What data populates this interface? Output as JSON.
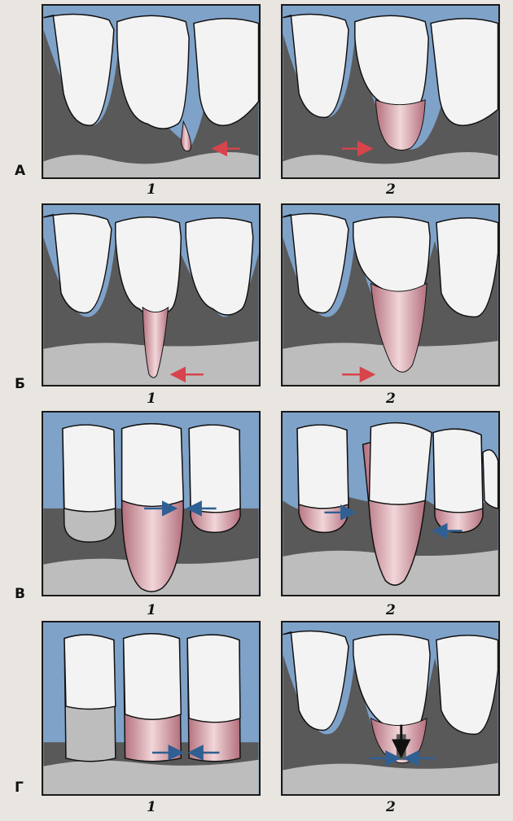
{
  "rows": [
    {
      "label": "А",
      "numbers": [
        "1",
        "2"
      ]
    },
    {
      "label": "Б",
      "numbers": [
        "1",
        "2"
      ]
    },
    {
      "label": "В",
      "numbers": [
        "1",
        "2"
      ]
    },
    {
      "label": "Г",
      "numbers": [
        "1",
        "2"
      ]
    }
  ],
  "colors": {
    "background_blue": "#7fa2c9",
    "gingiva_dark": "#595959",
    "bone_light": "#bdbdbd",
    "tooth_white": "#f3f3f3",
    "pocket_pink": "#c88a93",
    "arrow_red": "#d8444c",
    "arrow_blue": "#2f5f93",
    "arrow_black": "#111111"
  },
  "panels": [
    {
      "name": "A1",
      "arrow": "red-left"
    },
    {
      "name": "A2",
      "arrow": "red-right"
    },
    {
      "name": "B1",
      "arrow": "red-left"
    },
    {
      "name": "B2",
      "arrow": "red-right"
    },
    {
      "name": "V1",
      "arrow": "blue-pair"
    },
    {
      "name": "V2",
      "arrow": "blue-pair"
    },
    {
      "name": "G1",
      "arrow": "blue-pair"
    },
    {
      "name": "G2",
      "arrow": "blue-pair-black-down"
    }
  ]
}
